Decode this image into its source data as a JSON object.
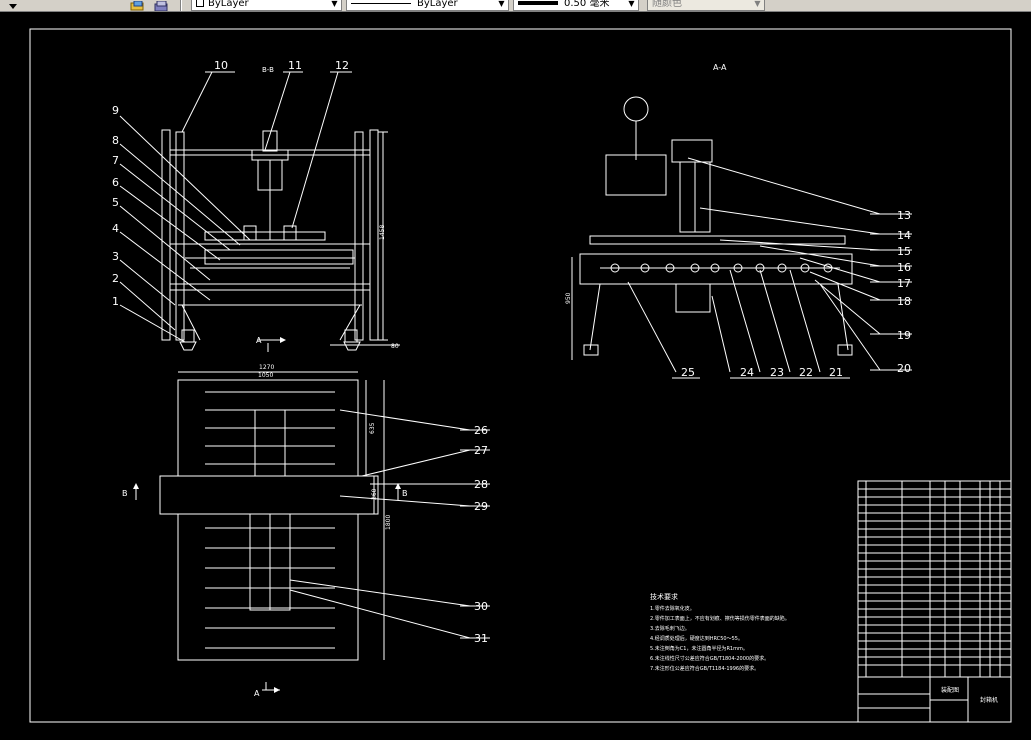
{
  "toolbar": {
    "layer_color_value": "ByLayer",
    "linetype_value": "ByLayer",
    "lineweight_value": "0.50 毫米",
    "plotstyle_value": "随颜色"
  },
  "drawing": {
    "section_bb": "B-B",
    "section_aa": "A-A",
    "view_mark_a1": "A",
    "view_mark_a2": "A",
    "view_mark_b1": "B",
    "view_mark_b2": "B",
    "dim_width_top": "1270",
    "dim_1050": "1050",
    "dim_side_height": "1458",
    "dim_side_small": "80",
    "dim_635": "635",
    "dim_260": "260",
    "dim_1800": "1800",
    "dim_aa_height": "950",
    "callouts_left": [
      "1",
      "2",
      "3",
      "4",
      "5",
      "6",
      "7",
      "8",
      "9",
      "10",
      "11",
      "12"
    ],
    "callouts_right": [
      "13",
      "14",
      "15",
      "16",
      "17",
      "18",
      "19",
      "20"
    ],
    "callouts_bottom": [
      "25",
      "24",
      "23",
      "22",
      "21"
    ],
    "callouts_plan": [
      "26",
      "27",
      "28",
      "29",
      "30",
      "31"
    ],
    "tech_title": "技术要求",
    "tech_notes": [
      "1.零件去除氧化皮。",
      "2.零件加工表面上，不应有划痕、擦伤等损伤零件表面的缺陷。",
      "3.去除毛刺飞边。",
      "4.经调质处理后，硬度达到HRC50～55。",
      "5.未注倒角为C1，未注圆角半径为R1mm。",
      "6.未注线性尺寸公差应符合GB/T1804-2000的要求。",
      "7.未注形位公差应符合GB/T1184-1996的要求。"
    ],
    "tb_label_a": "装配图",
    "tb_label_b": "封箱机"
  },
  "colors": {
    "background": "#000000",
    "lines": "#ffffff",
    "toolbar": "#d4d0c8"
  }
}
